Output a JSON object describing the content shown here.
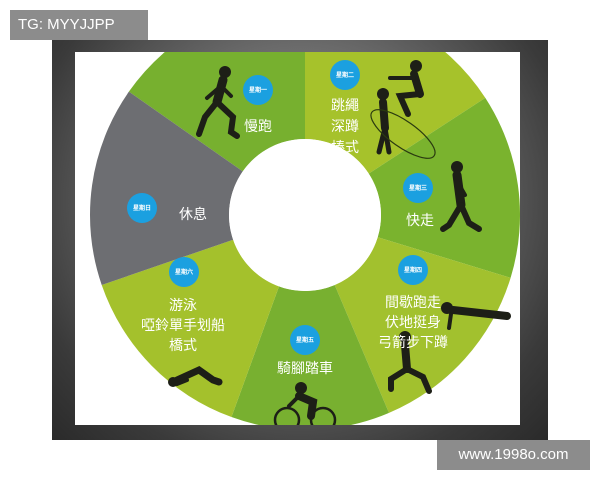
{
  "watermarks": {
    "top": "TG: MYYJJPP",
    "bottom": "www.1998o.com"
  },
  "colors": {
    "badge": "#1ba0e0",
    "silhouette": "#1d1f17",
    "frame": "#555555"
  },
  "segments": [
    {
      "day": "星期一",
      "lines": [
        "慢跑"
      ],
      "color": "#77b02f",
      "icons": [
        "runner-icon"
      ]
    },
    {
      "day": "星期二",
      "lines": [
        "跳繩",
        "深蹲",
        "棒式"
      ],
      "color": "#a6c22b",
      "icons": [
        "squat-icon",
        "jump-rope-icon"
      ]
    },
    {
      "day": "星期三",
      "lines": [
        "快走"
      ],
      "color": "#7ab32e",
      "icons": [
        "walker-icon"
      ]
    },
    {
      "day": "星期四",
      "lines": [
        "間歇跑走",
        "伏地挺身",
        "弓箭步下蹲"
      ],
      "color": "#a2c12e",
      "icons": [
        "pushup-icon",
        "lunge-icon"
      ]
    },
    {
      "day": "星期五",
      "lines": [
        "騎腳踏車"
      ],
      "color": "#78b030",
      "icons": [
        "cyclist-icon"
      ]
    },
    {
      "day": "星期六",
      "lines": [
        "游泳",
        "啞鈴單手划船",
        "橋式"
      ],
      "color": "#a4c12c",
      "icons": [
        "bridge-icon"
      ]
    },
    {
      "day": "星期日",
      "lines": [
        "休息"
      ],
      "color": "#6d6e72",
      "icons": []
    }
  ]
}
